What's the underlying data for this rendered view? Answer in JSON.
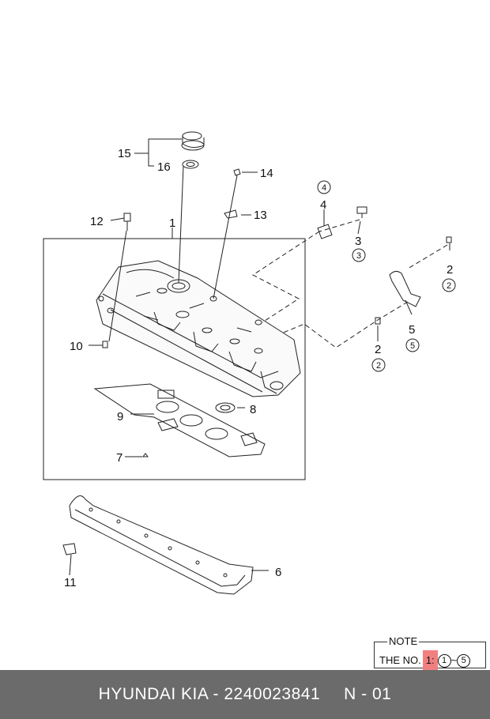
{
  "labels": {
    "n1": "1",
    "n2a": "2",
    "n2b": "2",
    "n3": "3",
    "n4": "4",
    "n5": "5",
    "n6": "6",
    "n7": "7",
    "n8": "8",
    "n9": "9",
    "n10": "10",
    "n11": "11",
    "n12": "12",
    "n13": "13",
    "n14": "14",
    "n15": "15",
    "n16": "16"
  },
  "circled": {
    "c2a": "2",
    "c2b": "2",
    "c3": "3",
    "c4": "4",
    "c5": "5"
  },
  "note": {
    "title": "NOTE",
    "prefix": "THE NO.",
    "highlight": "1",
    "colon": ":",
    "range_start": "1",
    "tilde": "~",
    "range_end": "5"
  },
  "footer": {
    "brand": "HYUNDAI  KIA - 2240023841",
    "page": "N - 01"
  },
  "colors": {
    "footer_bg": "#6b6b6b",
    "highlight": "#f08080",
    "line": "#222222"
  }
}
